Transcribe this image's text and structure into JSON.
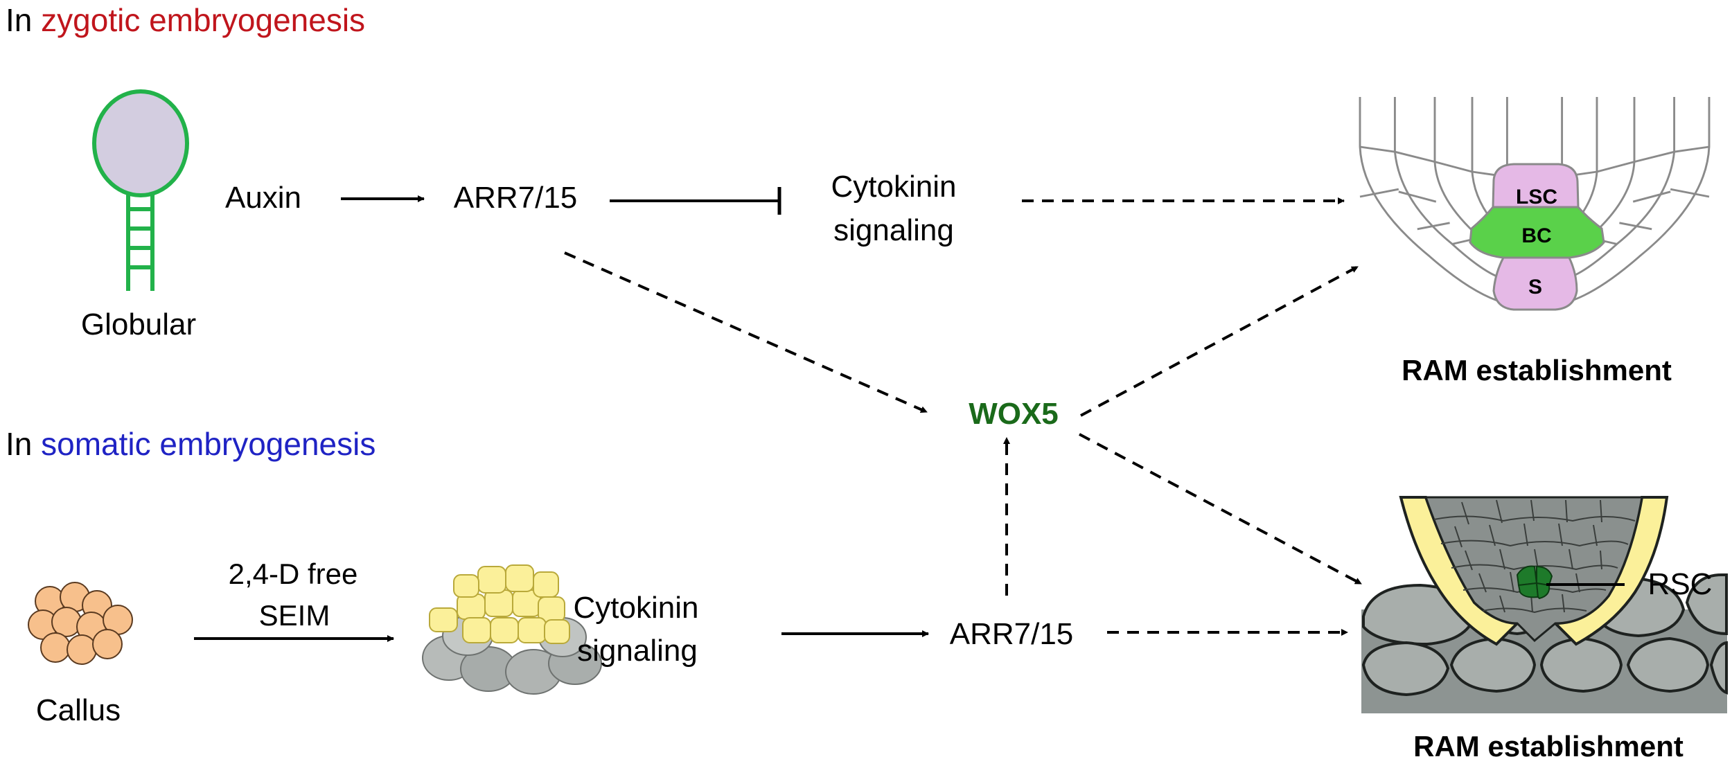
{
  "zygotic": {
    "prefix": "In",
    "term": "zygotic embryogenesis",
    "stage_label": "Globular",
    "auxin": "Auxin",
    "arr": "ARR7/15",
    "cytokinin_line1": "Cytokinin",
    "cytokinin_line2": "signaling",
    "ram_cells": {
      "lsc": "LSC",
      "bc": "BC",
      "s": "S"
    },
    "ram_label": "RAM establishment"
  },
  "somatic": {
    "prefix": "In",
    "term": "somatic embryogenesis",
    "callus_label": "Callus",
    "treatment_line1": "2,4-D free",
    "treatment_line2": "SEIM",
    "cytokinin_line1": "Cytokinin",
    "cytokinin_line2": "signaling",
    "arr": "ARR7/15",
    "rsc_label": "RSC",
    "ram_label": "RAM establishment"
  },
  "wox5": "WOX5",
  "colors": {
    "zygotic_term": "#c0151c",
    "somatic_term": "#1f23c4",
    "wox5": "#1a6a1a",
    "embryo_outline": "#22b24a",
    "embryo_fill": "#d3cde0",
    "lsc_fill": "#e5b9e6",
    "bc_fill": "#5ad14a",
    "callus_fill": "#f7c08c",
    "yellow_cells": "#fbf09a",
    "grey_tissue": "#8d9492"
  }
}
